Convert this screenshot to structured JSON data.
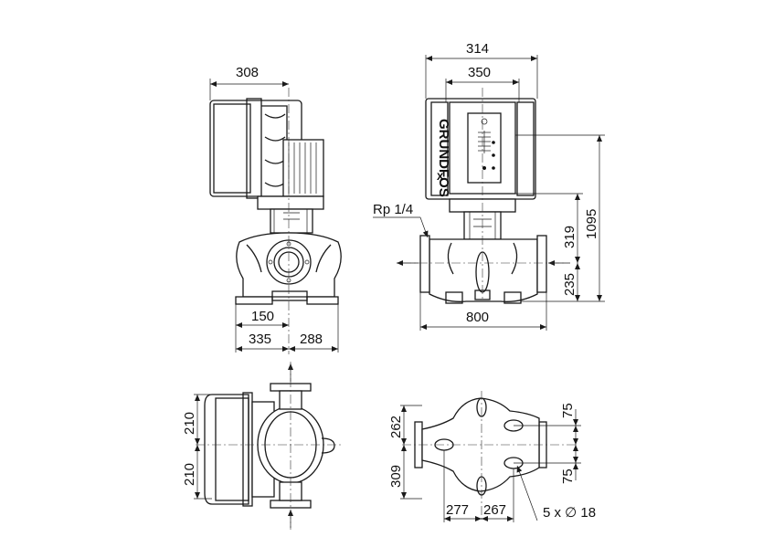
{
  "dimensions": {
    "front_width_308": "308",
    "front_flange_150": "150",
    "front_base_left_335": "335",
    "front_base_right_288": "288",
    "side_width_314": "314",
    "side_width_350": "350",
    "side_height_1095": "1095",
    "side_height_319": "319",
    "side_height_235": "235",
    "side_length_800": "800",
    "side_port_label": "Rp 1/4",
    "top_left_210_upper": "210",
    "top_left_210_lower": "210",
    "base_262": "262",
    "base_309": "309",
    "base_75_upper": "75",
    "base_75_lower": "75",
    "base_277": "277",
    "base_267": "267",
    "base_holes": "5 x ∅ 18"
  },
  "brand": {
    "logo_text": "GRUNDFOS"
  }
}
